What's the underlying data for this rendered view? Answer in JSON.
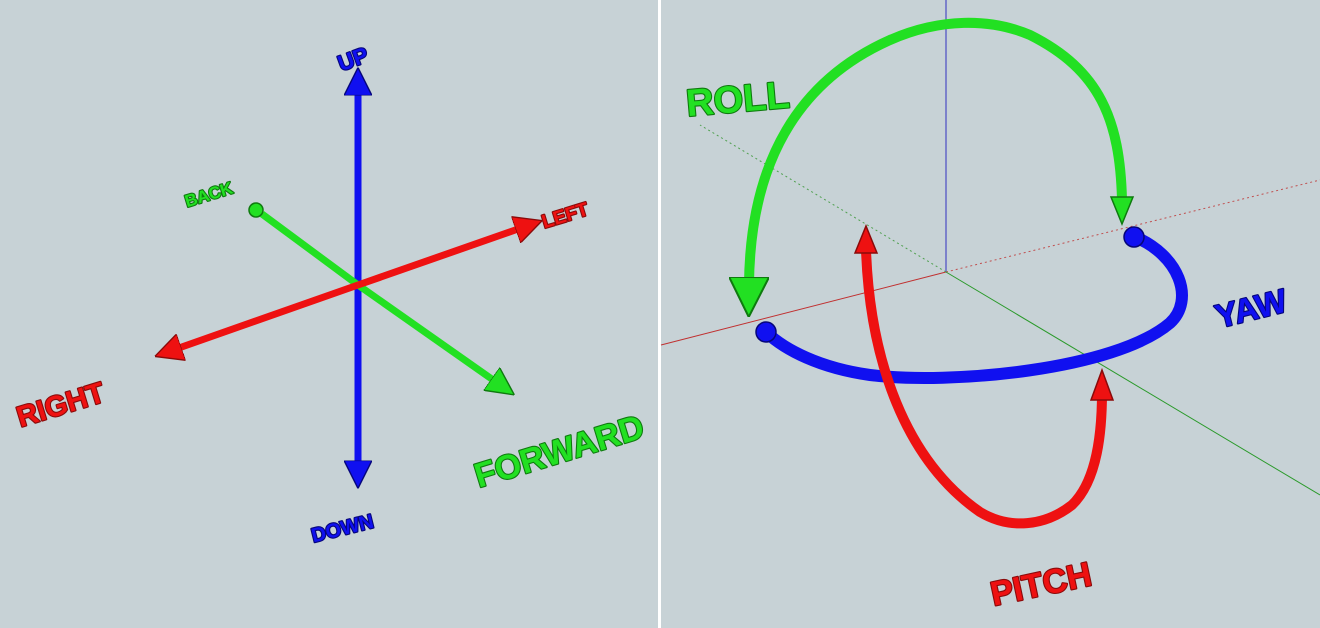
{
  "colors": {
    "background": "#c7d2d6",
    "divider": "#ffffff",
    "red": "#ee1111",
    "red_dark": "#8a0a0a",
    "green": "#22e022",
    "green_dark": "#0f7a0f",
    "blue": "#1010f0",
    "blue_dark": "#06067a"
  },
  "left_panel": {
    "labels": {
      "up": "UP",
      "down": "DOWN",
      "back": "BACK",
      "left": "LEFT",
      "right": "RIGHT",
      "forward": "FORWARD"
    }
  },
  "right_panel": {
    "labels": {
      "roll": "ROLL",
      "yaw": "YAW",
      "pitch": "PITCH"
    }
  }
}
